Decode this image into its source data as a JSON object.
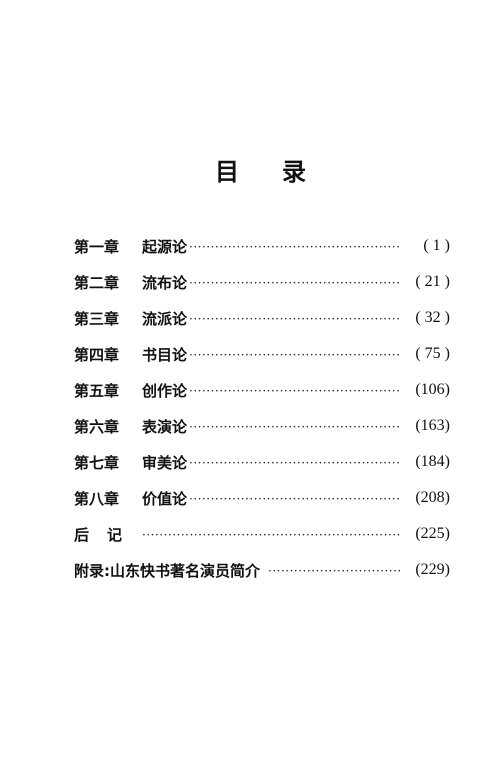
{
  "title": {
    "char1": "目",
    "char2": "录"
  },
  "toc": [
    {
      "chapter": "第一章",
      "name": "起源论",
      "page": "( 1 )"
    },
    {
      "chapter": "第二章",
      "name": "流布论",
      "page": "( 21 )"
    },
    {
      "chapter": "第三章",
      "name": "流派论",
      "page": "( 32 )"
    },
    {
      "chapter": "第四章",
      "name": "书目论",
      "page": "( 75 )"
    },
    {
      "chapter": "第五章",
      "name": "创作论",
      "page": "(106)"
    },
    {
      "chapter": "第六章",
      "name": "表演论",
      "page": "(163)"
    },
    {
      "chapter": "第七章",
      "name": "审美论",
      "page": "(184)"
    },
    {
      "chapter": "第八章",
      "name": "价值论",
      "page": "(208)"
    },
    {
      "chapter": "",
      "name": "后记",
      "page": "(225)"
    },
    {
      "chapter": "",
      "name": "附录:山东快书著名演员简介",
      "page": "(229)"
    }
  ]
}
